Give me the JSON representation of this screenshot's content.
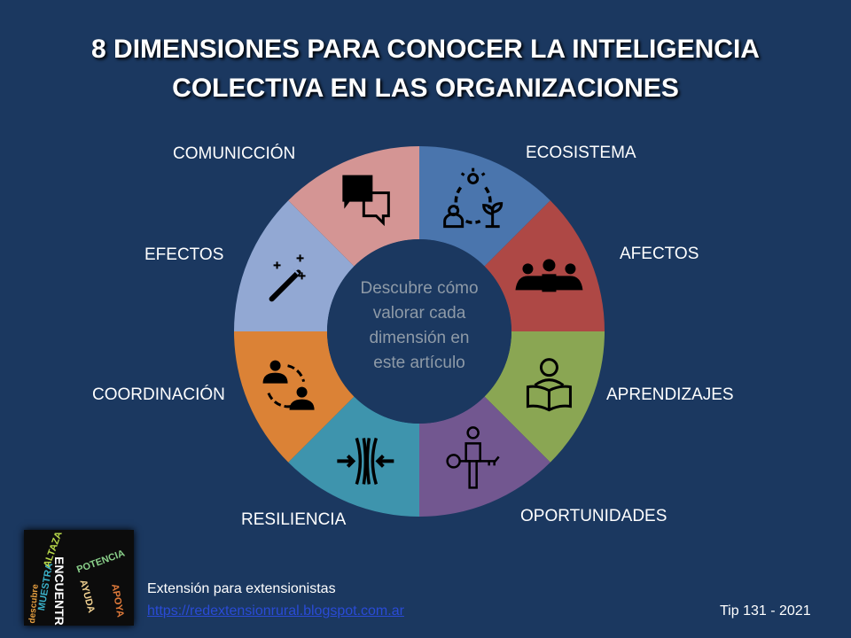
{
  "title_lines": [
    "8 DIMENSIONES PARA CONOCER LA INTELIGENCIA",
    "COLECTIVA EN LAS ORGANIZACIONES"
  ],
  "dimensions": [
    {
      "label": "ECOSISTEMA",
      "color": "#4a75ad",
      "icon": "ecosystem-icon"
    },
    {
      "label": "AFECTOS",
      "color": "#ae4845",
      "icon": "group-hug-icon"
    },
    {
      "label": "APRENDIZAJES",
      "color": "#8aa653",
      "icon": "reader-book-icon"
    },
    {
      "label": "OPORTUNIDADES",
      "color": "#725790",
      "icon": "person-key-icon"
    },
    {
      "label": "RESILIENCIA",
      "color": "#3e94ad",
      "icon": "compression-arrows-icon"
    },
    {
      "label": "COORDINACIÓN",
      "color": "#db8236",
      "icon": "people-cycle-icon"
    },
    {
      "label": "EFECTOS",
      "color": "#92a8d3",
      "icon": "magic-wand-icon"
    },
    {
      "label": "COMUNICCIÓN",
      "color": "#d49594",
      "icon": "chat-bubbles-icon"
    }
  ],
  "center_text": [
    "Descubre cómo",
    "valorar cada",
    "dimensión en",
    "este artículo"
  ],
  "logo_words": [
    "ENCUENTRA",
    "MUESTRA",
    "ALTAZA",
    "AYUDA",
    "APOYA",
    "POTENCIA",
    "descubre"
  ],
  "footer": {
    "subtitle": "Extensión para extensionistas",
    "link": "https://redextensionrural.blogspot.com.ar",
    "tip": "Tip 131 - 2021"
  }
}
